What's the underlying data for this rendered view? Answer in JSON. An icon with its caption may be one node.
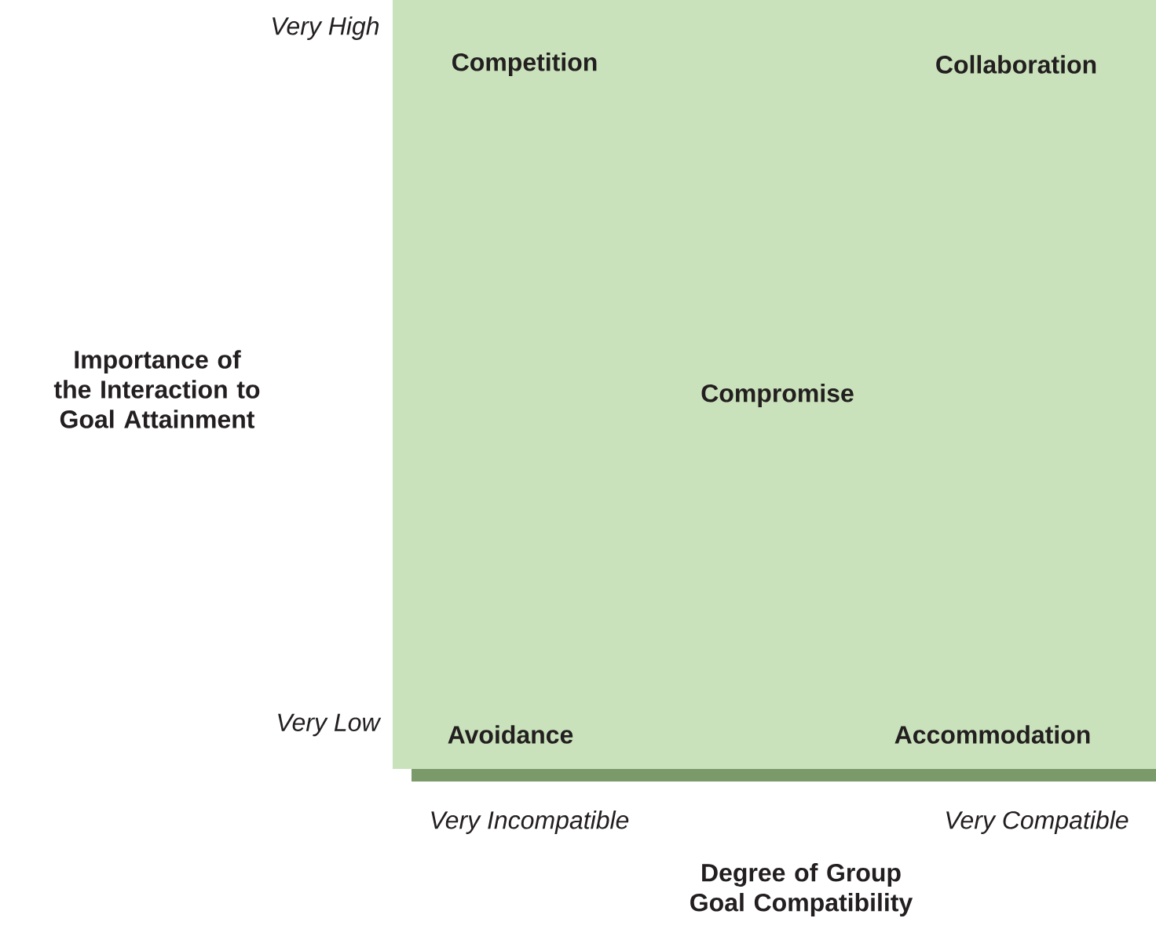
{
  "diagram": {
    "labels": [
      "Very High",
      "Competition",
      "Collaboration",
      "Importance of the Interaction to Goal Attainment",
      "Compromise",
      "Very Low",
      "Avoidance",
      "Accommodation",
      "Very Incompatible",
      "Very Compatible",
      "Degree of Group Goal Compatibility"
    ]
  }
}
